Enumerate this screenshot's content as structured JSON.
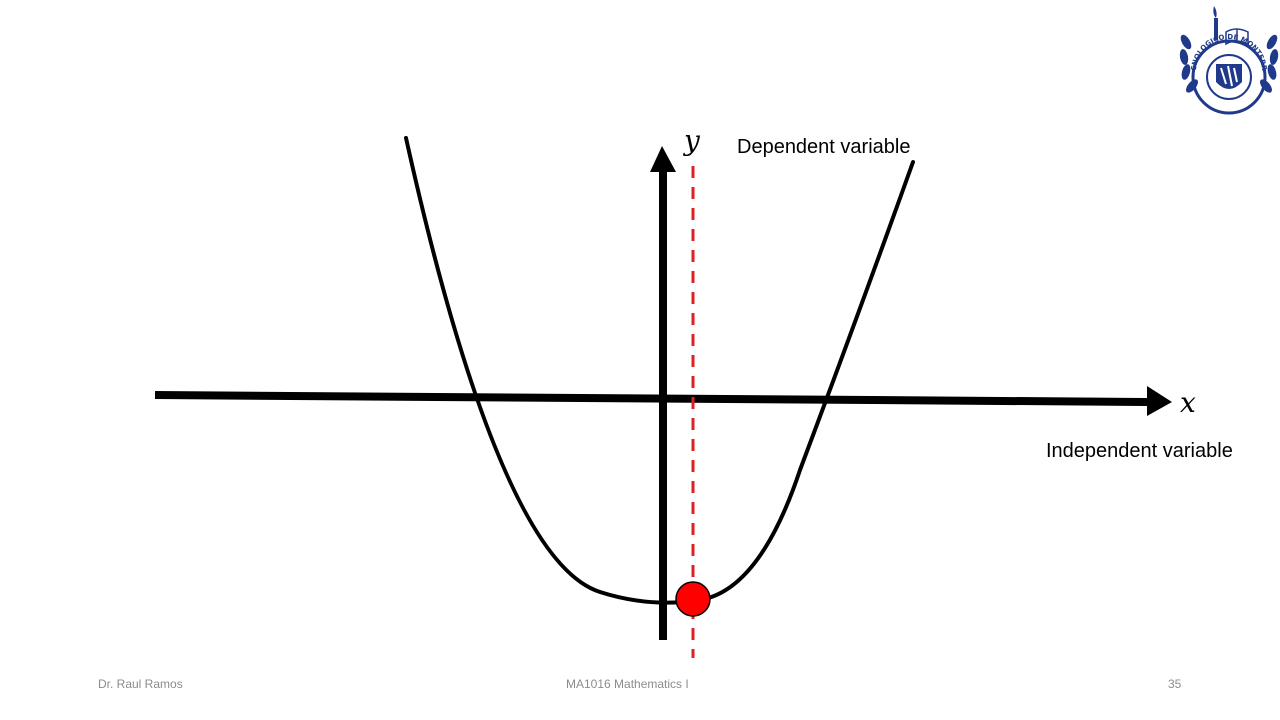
{
  "diagram": {
    "y_axis_label": "y",
    "x_axis_label": "x",
    "dependent_label": "Dependent variable",
    "independent_label": "Independent variable",
    "colors": {
      "axes": "#000000",
      "curve": "#000000",
      "highlight": "#ff0000",
      "dashed_line": "#e02020"
    }
  },
  "logo": {
    "name": "tecnologico-de-monterrey-seal",
    "text": "TECNOLOGICO DE MONTERREY",
    "color": "#1f3a8a"
  },
  "footer": {
    "author": "Dr. Raul Ramos",
    "course": "MA1016 Mathematics I",
    "page": "35"
  }
}
